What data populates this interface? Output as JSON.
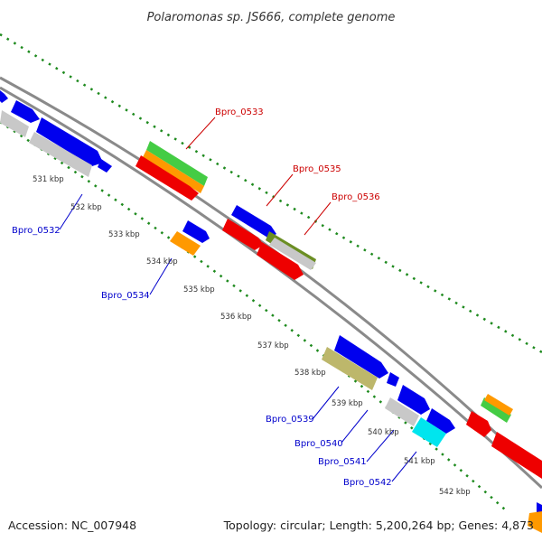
{
  "title": "Polaromonas sp. JS666, complete genome",
  "footer": {
    "accession": "Accession: NC_007948",
    "topology": "Topology: circular; Length: 5,200,264 bp; Genes: 4,873"
  },
  "colors": {
    "backbone": "#8a8a8a",
    "tick_dots": "#1e8a1e",
    "label_forward": "#cc0000",
    "label_reverse": "#0000cc",
    "gene_blue": "#0000ee",
    "gene_red": "#ee0000",
    "gene_gray": "#c8c8c8",
    "gene_green": "#44cc44",
    "gene_orange": "#ff9900",
    "gene_olive": "#bdb76b",
    "gene_darkolive": "#6b8e23",
    "gene_cyan": "#00e5ee"
  },
  "ticks": [
    "531 kbp",
    "532 kbp",
    "533 kbp",
    "534 kbp",
    "535 kbp",
    "536 kbp",
    "537 kbp",
    "538 kbp",
    "539 kbp",
    "540 kbp",
    "541 kbp",
    "542 kbp"
  ],
  "gene_labels_forward": [
    "Bpro_0533",
    "Bpro_0535",
    "Bpro_0536"
  ],
  "gene_labels_reverse": [
    "Bpro_0532",
    "Bpro_0534",
    "Bpro_0539",
    "Bpro_0540",
    "Bpro_0541",
    "Bpro_0542"
  ]
}
